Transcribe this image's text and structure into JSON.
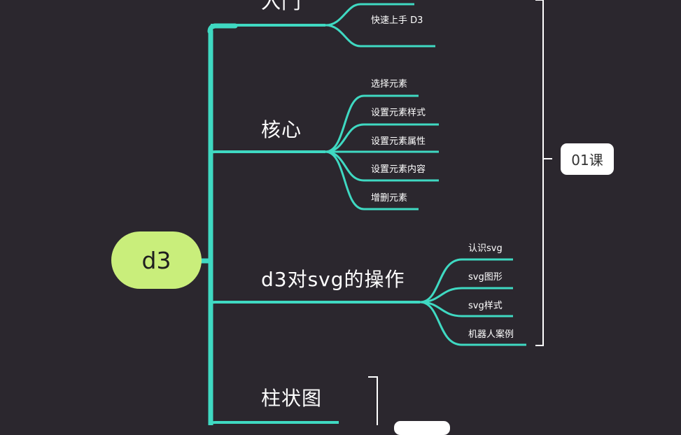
{
  "root": {
    "label": "d3"
  },
  "branches": [
    {
      "label": "入门",
      "children": [
        "",
        "快速上手 D3",
        ""
      ]
    },
    {
      "label": "核心",
      "children": [
        "选择元素",
        "设置元素样式",
        "设置元素属性",
        "设置元素内容",
        "增删元素"
      ]
    },
    {
      "label": "d3对svg的操作",
      "children": [
        "认识svg",
        "svg图形",
        "svg样式",
        "机器人案例"
      ]
    },
    {
      "label": "柱状图",
      "children": []
    }
  ],
  "summaries": [
    {
      "label": "01课"
    },
    {
      "label": ""
    }
  ],
  "colors": {
    "background": "#2b272e",
    "line": "#3fd9c2",
    "root_fill": "#c9ee7b",
    "bracket": "#ffffff"
  }
}
